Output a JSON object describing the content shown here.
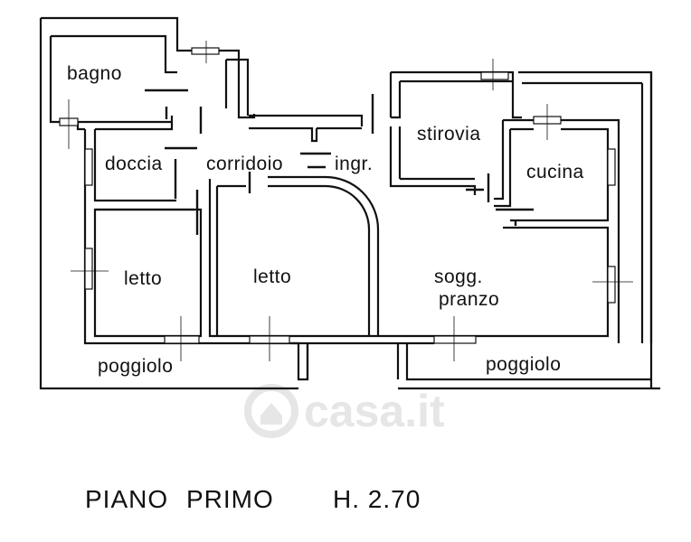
{
  "plan": {
    "rooms": {
      "bagno": "bagno",
      "doccia": "doccia",
      "corridoio": "corridoio",
      "ingresso": "ingr.",
      "stirovia": "stirovia",
      "cucina": "cucina",
      "letto_left": "letto",
      "letto_center": "letto",
      "soggiorno_line1": "sogg.",
      "soggiorno_line2": "pranzo",
      "poggiolo_left": "poggiolo",
      "poggiolo_right": "poggiolo"
    },
    "footer": {
      "floor": "PIANO",
      "level": "PRIMO",
      "height": "H. 2.70"
    },
    "watermark": "casa.it",
    "line_color": "#111111",
    "background_color": "#ffffff"
  }
}
